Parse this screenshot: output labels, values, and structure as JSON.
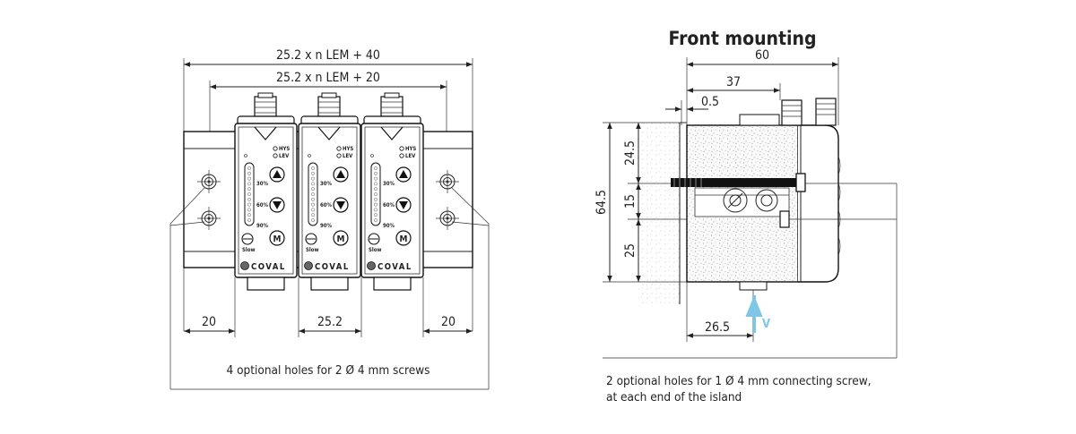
{
  "left_view": {
    "dim_overall": "25.2 x n LEM + 40",
    "dim_inner": "25.2 x n LEM + 20",
    "dim_left_margin": "20",
    "dim_pitch": "25.2",
    "dim_right_margin": "20",
    "note_holes": "4 optional holes for 2 Ø 4 mm screws",
    "module_labels": {
      "hys": "HYS",
      "lev": "LEV",
      "p30": "30%",
      "p60": "60%",
      "p90": "90%",
      "slow": "Slow",
      "mode": "M",
      "brand": "COVAL"
    }
  },
  "right_view": {
    "title": "Front mounting",
    "dim_width_total": "60",
    "dim_width_37": "37",
    "dim_offset": "0.5",
    "dim_height_total": "64.5",
    "dim_h_24_5": "24.5",
    "dim_h_15": "15",
    "dim_h_25": "25",
    "dim_bottom_26_5": "26.5",
    "arrow_label": "V",
    "note_line1": "2 optional holes for 1 Ø 4 mm connecting screw,",
    "note_line2": "at each end of the island"
  },
  "colors": {
    "ink": "#222222",
    "arrow": "#7fc6e6"
  }
}
